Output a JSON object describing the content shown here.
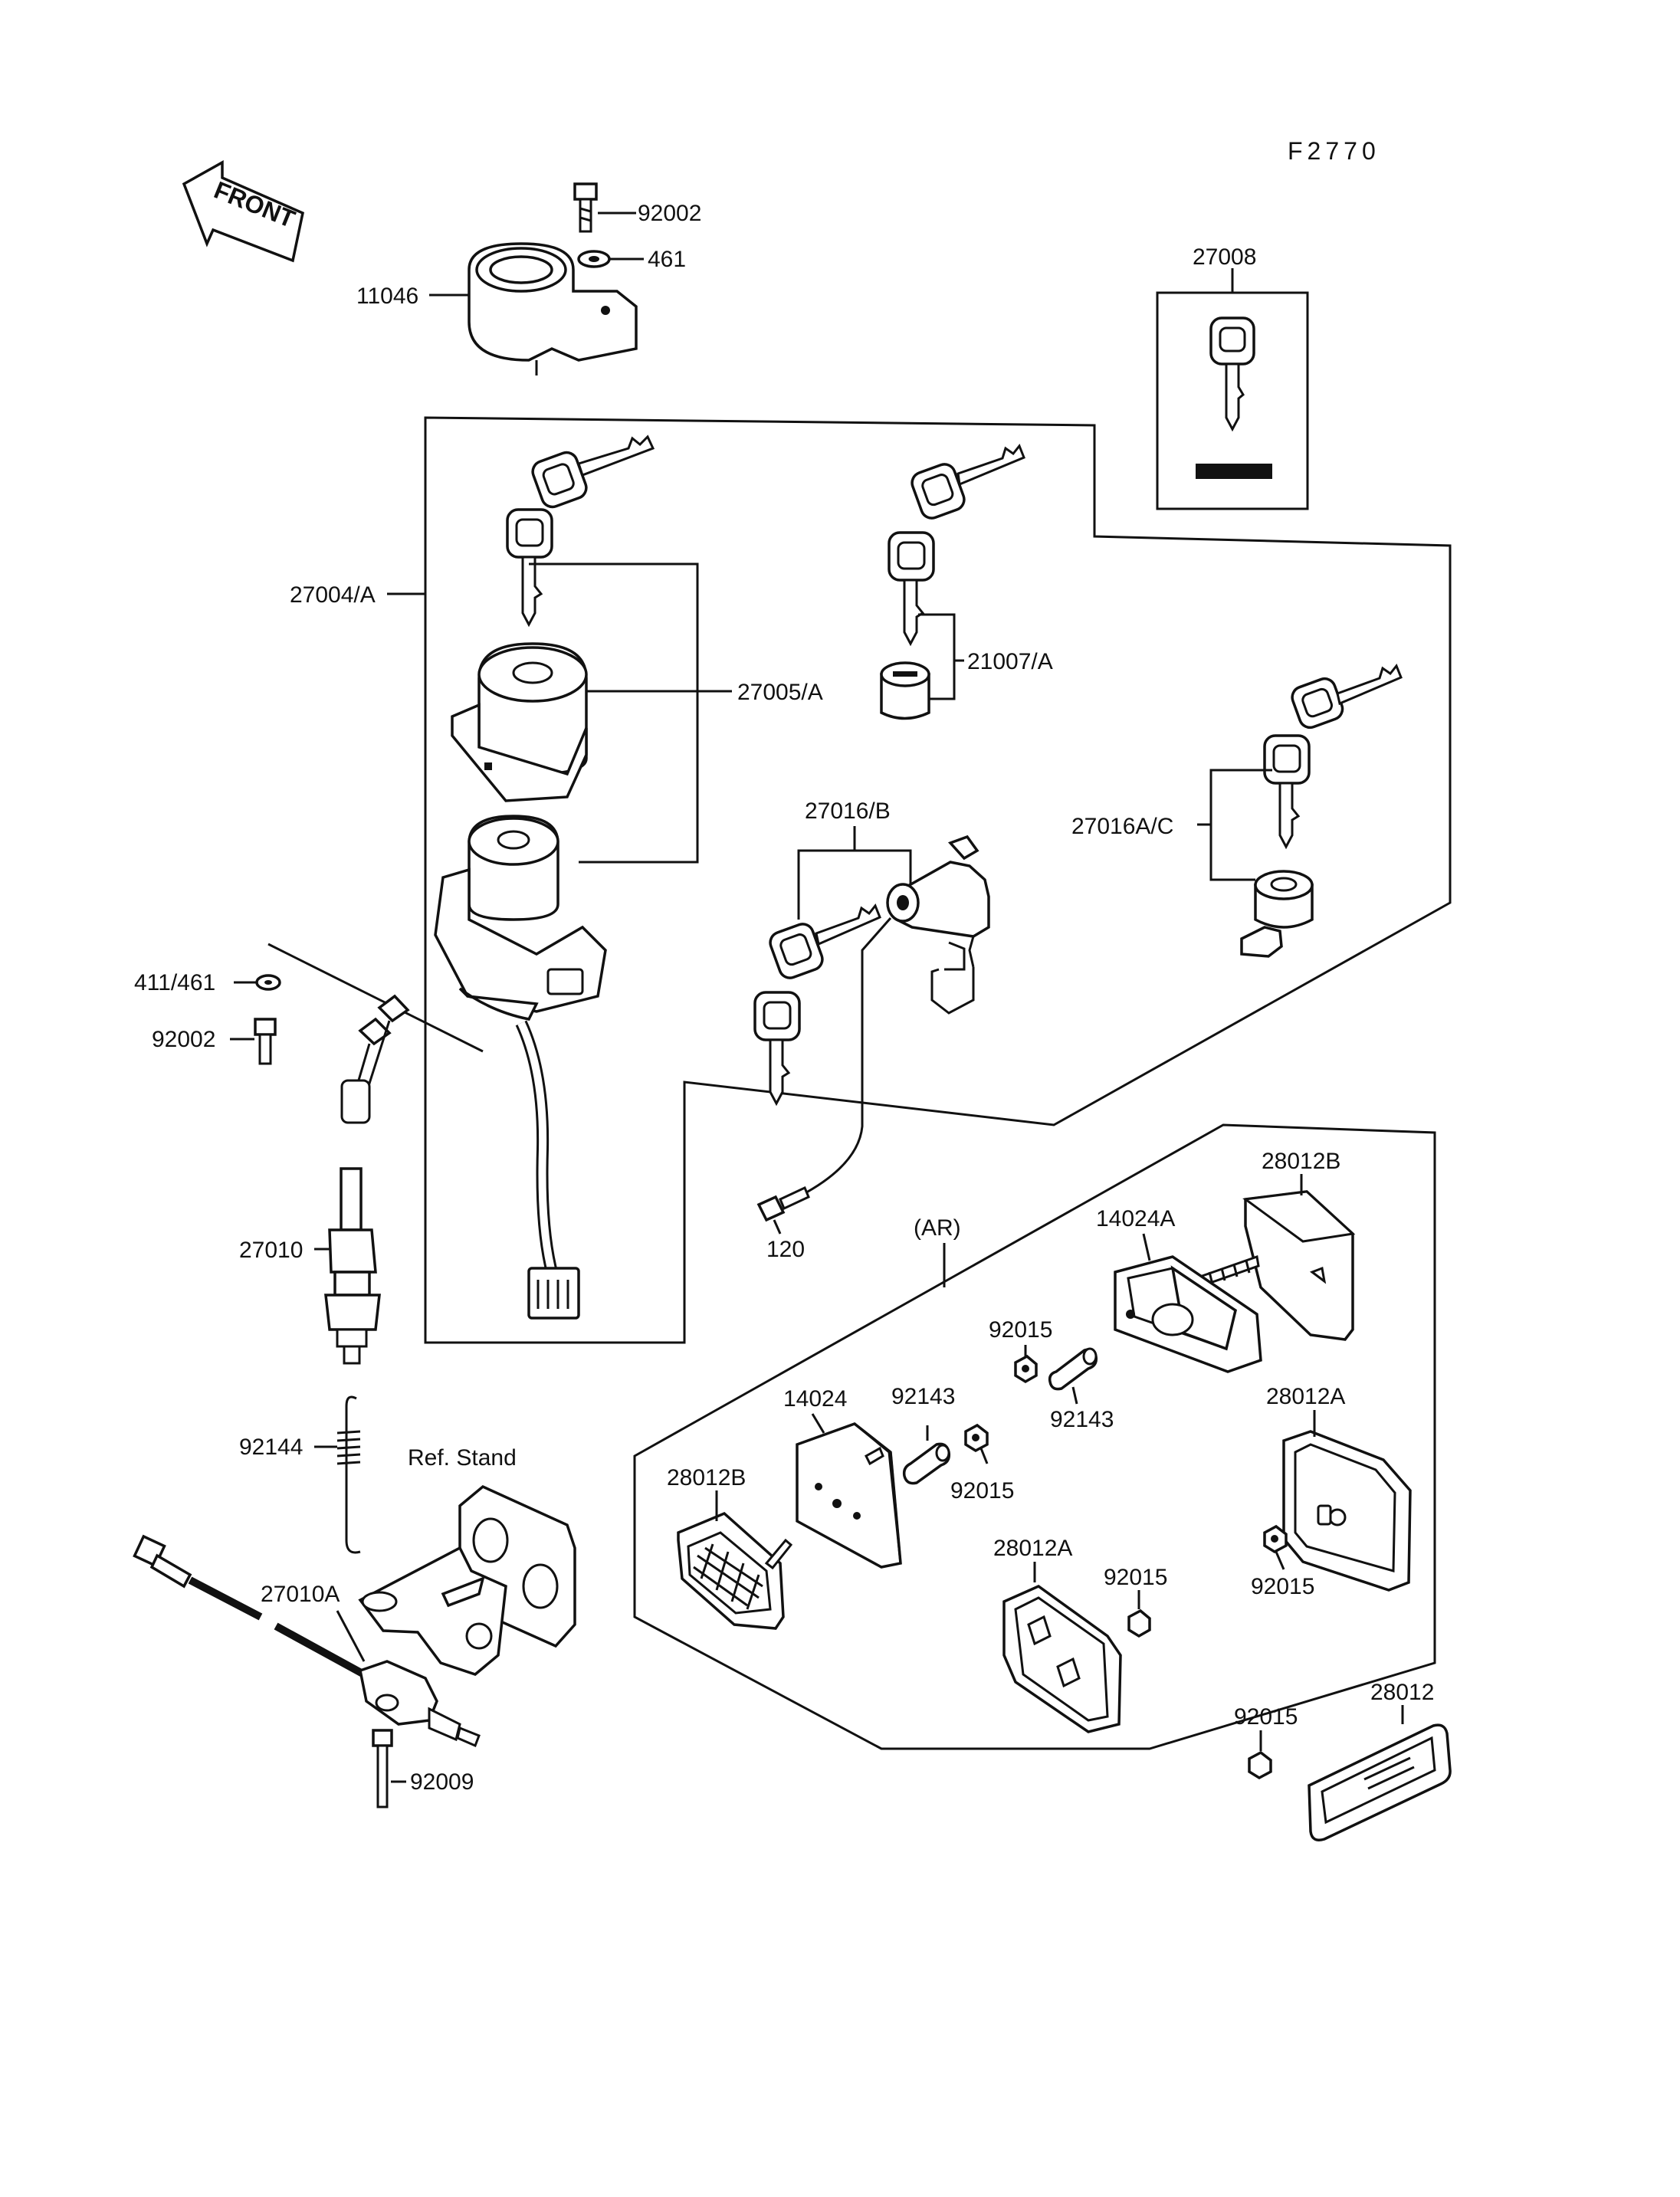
{
  "diagram_code": "F2770",
  "front_label": "FRONT",
  "ref_stand": "Ref. Stand",
  "ar": "(AR)",
  "parts": {
    "p92002_top": "92002",
    "p461": "461",
    "p11046": "11046",
    "p27008": "27008",
    "p27004A": "27004/A",
    "p27005A": "27005/A",
    "p21007A": "21007/A",
    "p27016B": "27016/B",
    "p27016AC": "27016A/C",
    "p411_461": "411/461",
    "p92002_mid": "92002",
    "p120": "120",
    "p27010": "27010",
    "p92144": "92144",
    "p27010A": "27010A",
    "p92009": "92009",
    "p28012B_top": "28012B",
    "p14024A": "14024A",
    "p92015_a": "92015",
    "p92143_a": "92143",
    "p14024": "14024",
    "p92143_b": "92143",
    "p92015_b": "92015",
    "p28012A_right": "28012A",
    "p28012B_left": "28012B",
    "p28012A_bottom": "28012A",
    "p92015_c": "92015",
    "p92015_d": "92015",
    "p92015_e": "92015",
    "p28012": "28012"
  }
}
